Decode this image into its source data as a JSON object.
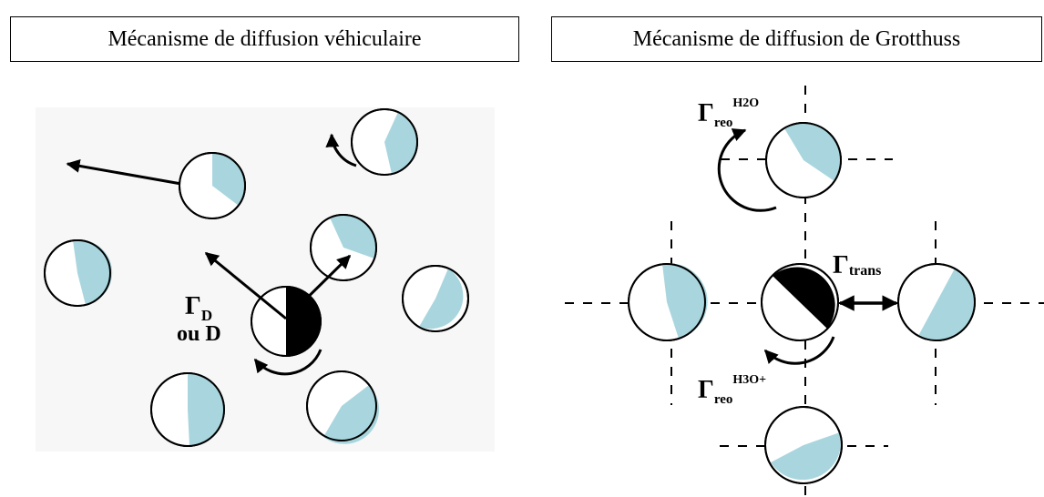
{
  "panels": {
    "left": {
      "title": "Mécanisme de diffusion véhiculaire",
      "label_gamma": "Γ",
      "label_gamma_sub": "D",
      "label_ou": "ou D"
    },
    "right": {
      "title": "Mécanisme de diffusion de Grotthuss",
      "label_reo_top": "Γ",
      "label_reo_top_sub": "reo",
      "label_reo_top_sup": "H2O",
      "label_trans": "Γ",
      "label_trans_sub": "trans",
      "label_reo_bottom": "Γ",
      "label_reo_bottom_sub": "reo",
      "label_reo_bottom_sup": "H3O+"
    }
  },
  "colors": {
    "water_fill": "#a9d6de",
    "proton_fill": "#000000",
    "panel_background": "#f7f7f7"
  }
}
